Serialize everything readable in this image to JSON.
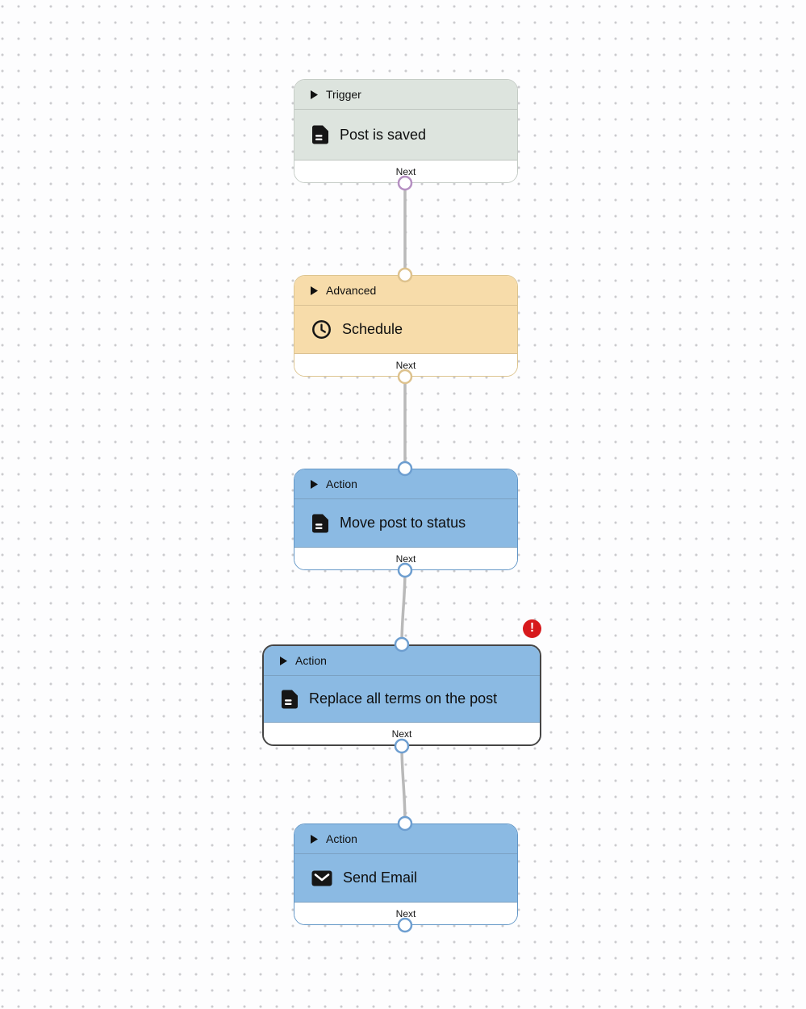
{
  "canvas": {
    "background_color": "#fdfdfe",
    "dot_color": "#cbcbce"
  },
  "nodes": [
    {
      "category": "Trigger",
      "title": "Post is saved",
      "icon": "document-icon",
      "next_label": "Next",
      "fill_color": "#dde4de",
      "border_color": "#c5ccc6",
      "port_color": "#b58fc2",
      "has_error": false,
      "selected": false
    },
    {
      "category": "Advanced",
      "title": "Schedule",
      "icon": "clock-icon",
      "next_label": "Next",
      "fill_color": "#f7dcaa",
      "border_color": "#ddc590",
      "port_color": "#ddc28e",
      "has_error": false,
      "selected": false
    },
    {
      "category": "Action",
      "title": "Move post to status",
      "icon": "document-icon",
      "next_label": "Next",
      "fill_color": "#8bbae3",
      "border_color": "#6397c7",
      "port_color": "#6d9ed0",
      "has_error": false,
      "selected": false
    },
    {
      "category": "Action",
      "title": "Replace all terms on the post",
      "icon": "document-icon",
      "next_label": "Next",
      "fill_color": "#8bbae3",
      "border_color": "#454545",
      "port_color": "#6d9ed0",
      "has_error": true,
      "selected": true
    },
    {
      "category": "Action",
      "title": "Send Email",
      "icon": "envelope-icon",
      "next_label": "Next",
      "fill_color": "#8bbae3",
      "border_color": "#6397c7",
      "port_color": "#6d9ed0",
      "has_error": false,
      "selected": false
    }
  ],
  "error_badge": {
    "symbol": "!",
    "color": "#d7191c"
  },
  "wire_color": "#b9b9b9"
}
